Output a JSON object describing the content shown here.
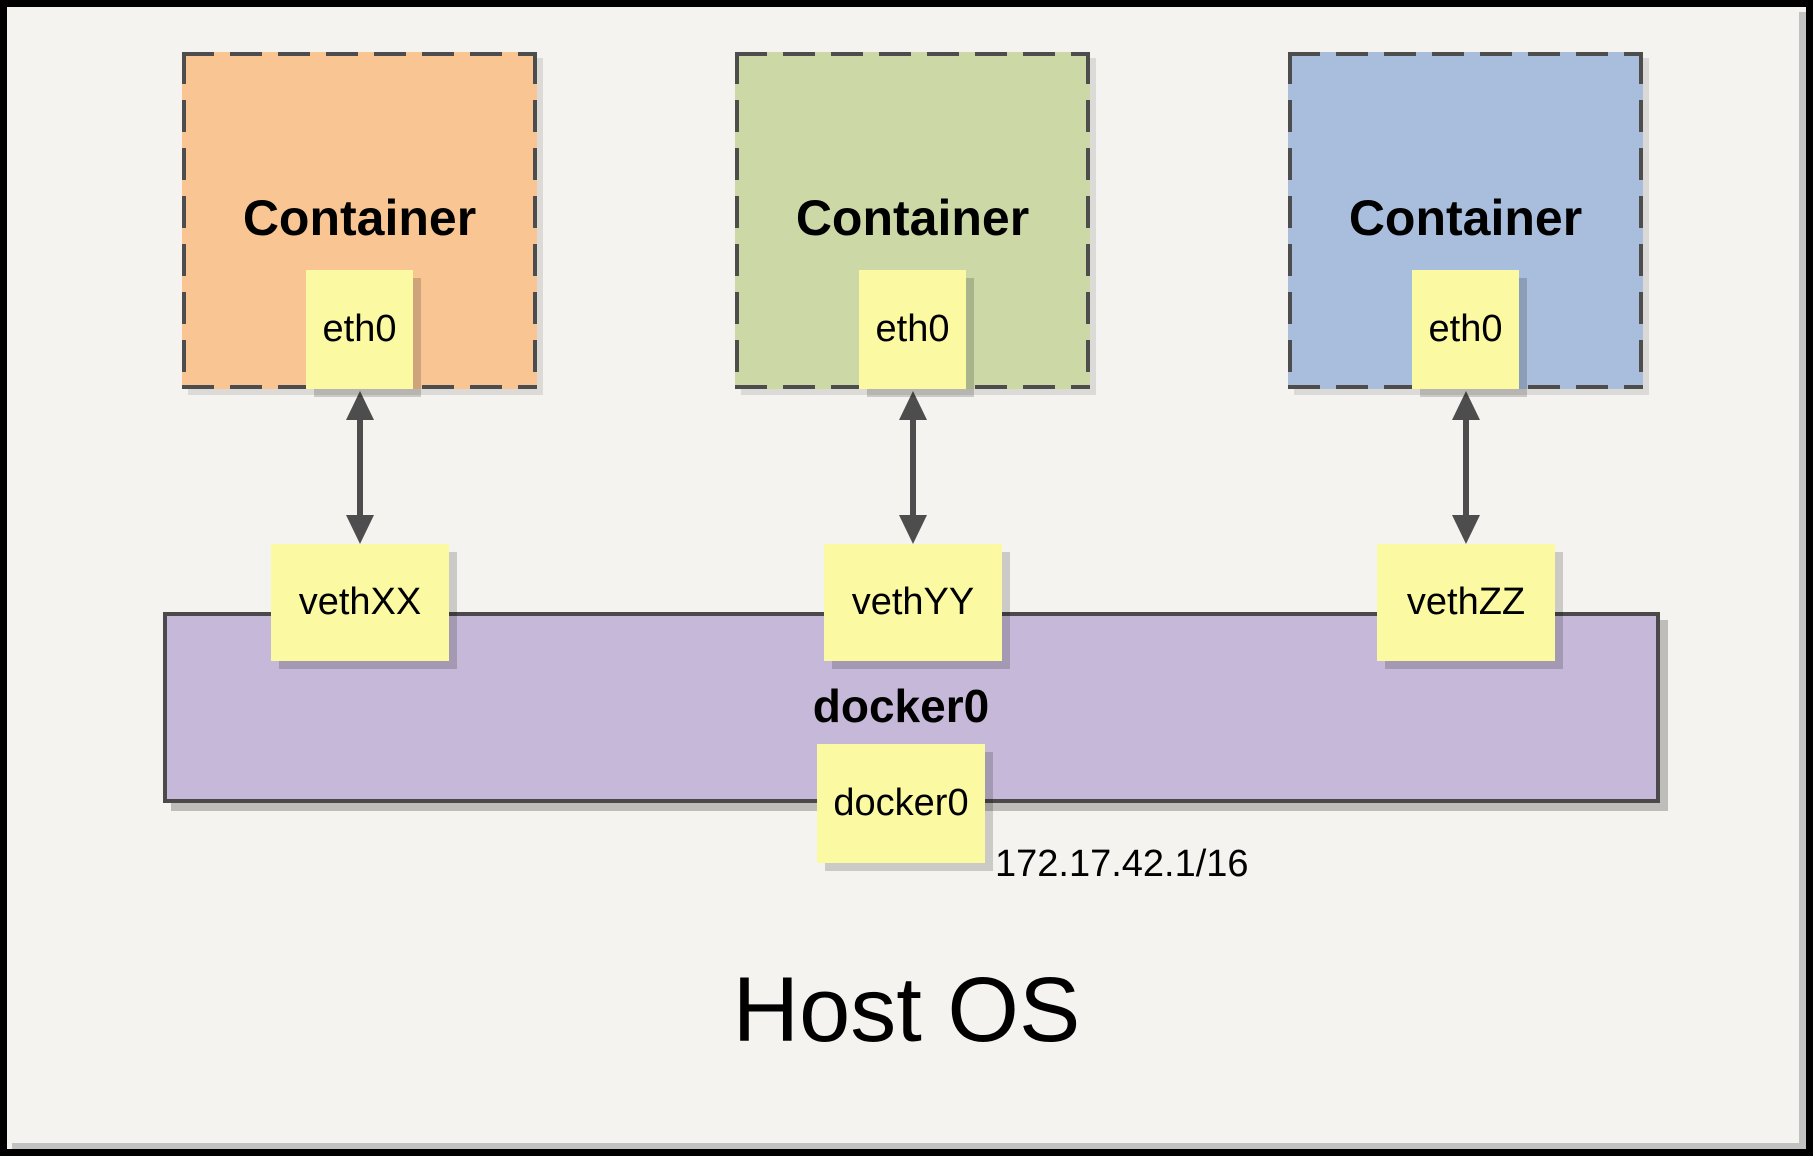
{
  "diagram_title": "Host OS",
  "containers": [
    {
      "label": "Container",
      "interface_label": "eth0",
      "veth_label": "vethXX",
      "fill": "#F9C693"
    },
    {
      "label": "Container",
      "interface_label": "eth0",
      "veth_label": "vethYY",
      "fill": "#CCD9A6"
    },
    {
      "label": "Container",
      "interface_label": "eth0",
      "veth_label": "vethZZ",
      "fill": "#A9BEDD"
    }
  ],
  "bridge": {
    "name": "docker0",
    "interface_label": "docker0",
    "ip_cidr": "172.17.42.1/16",
    "fill": "#C5B8D8"
  },
  "colors": {
    "background": "#F5F3EF",
    "frame": "#000000",
    "note_yellow": "#FBF9A2",
    "line_dark": "#4D4D4D",
    "edge_strip_gray": "#C2C2C2"
  }
}
